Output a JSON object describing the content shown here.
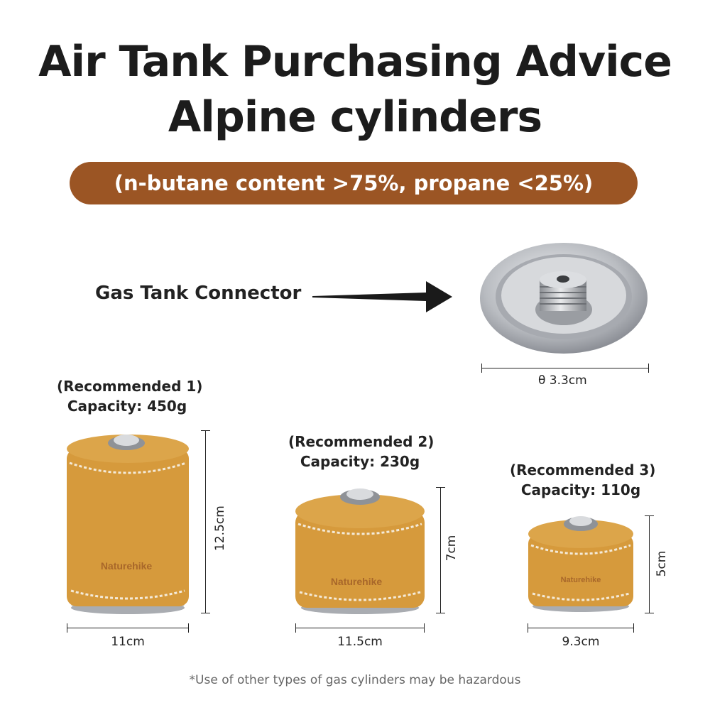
{
  "title": {
    "line1": "Air Tank Purchasing Advice",
    "line2": "Alpine cylinders"
  },
  "banner": "(n-butane content >75%, propane <25%)",
  "connector": {
    "label": "Gas Tank Connector",
    "diameter": "θ 3.3cm"
  },
  "cans": [
    {
      "recommended": "(Recommended 1)",
      "capacity": "Capacity: 450g",
      "height": "12.5cm",
      "width": "11cm",
      "brand": "Naturehike"
    },
    {
      "recommended": "(Recommended 2)",
      "capacity": "Capacity: 230g",
      "height": "7cm",
      "width": "11.5cm",
      "brand": "Naturehike"
    },
    {
      "recommended": "(Recommended 3)",
      "capacity": "Capacity: 110g",
      "height": "5cm",
      "width": "9.3cm",
      "brand": "Naturehike"
    }
  ],
  "footnote": "*Use of other types of gas cylinders may be hazardous",
  "colors": {
    "banner": "#9b5524",
    "leather": "#d49437",
    "text": "#1c1c1c"
  }
}
